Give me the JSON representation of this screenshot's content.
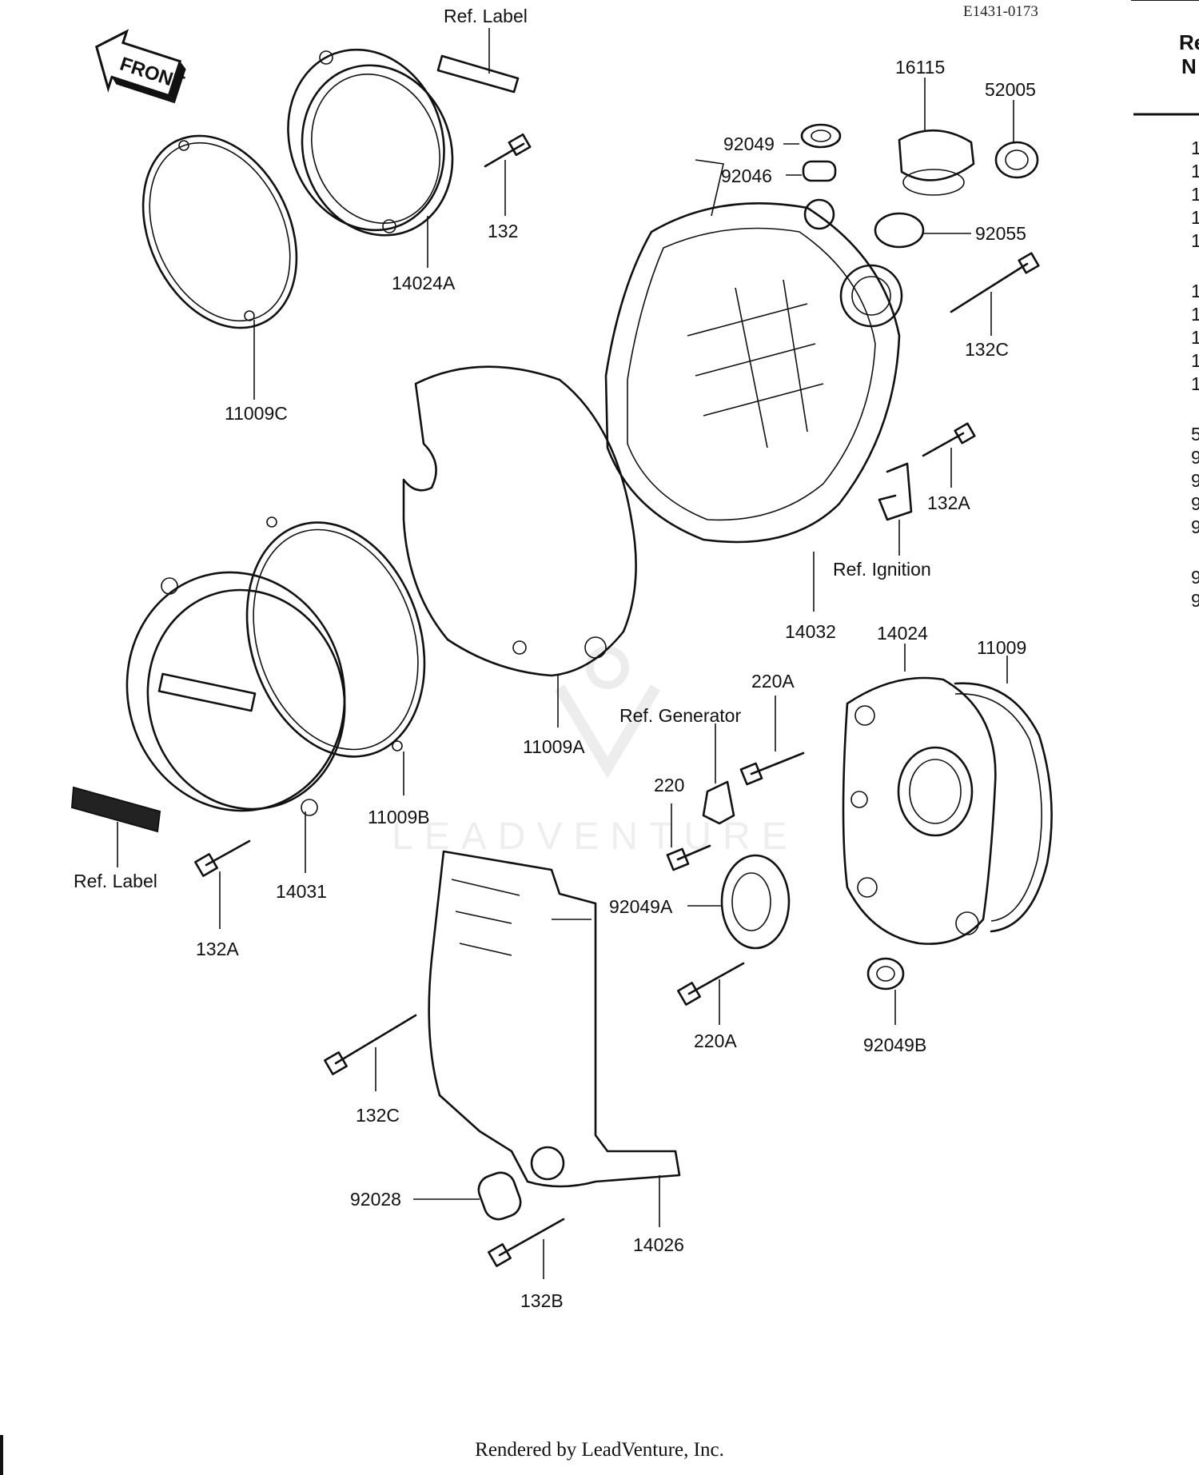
{
  "drawing_code": "E1431-0173",
  "watermark": "LEADVENTURE",
  "footer": "Rendered by LeadVenture, Inc.",
  "front_arrow": "FRONT",
  "ref_labels": {
    "label_top": "Ref. Label",
    "label_left": "Ref. Label",
    "ignition": "Ref. Ignition",
    "generator": "Ref. Generator"
  },
  "callouts": {
    "c132": "132",
    "c132a_top": "132A",
    "c132a_bottom": "132A",
    "c132b": "132B",
    "c132c_top": "132C",
    "c132c_bottom": "132C",
    "c220": "220",
    "c220a_top": "220A",
    "c220a_bottom": "220A",
    "c11009": "11009",
    "c11009a": "11009A",
    "c11009b": "11009B",
    "c11009c": "11009C",
    "c14024": "14024",
    "c14024a": "14024A",
    "c14026": "14026",
    "c14031": "14031",
    "c14032": "14032",
    "c16115": "16115",
    "c52005": "52005",
    "c92028": "92028",
    "c92046": "92046",
    "c92049": "92049",
    "c92049a": "92049A",
    "c92049b": "92049B",
    "c92055": "92055"
  },
  "right_column_fragments": [
    "Re",
    "N",
    "1",
    "1",
    "1",
    "1",
    "1",
    "1",
    "1",
    "1",
    "1",
    "1",
    "5",
    "9",
    "9",
    "9",
    "9",
    "9",
    "9"
  ]
}
